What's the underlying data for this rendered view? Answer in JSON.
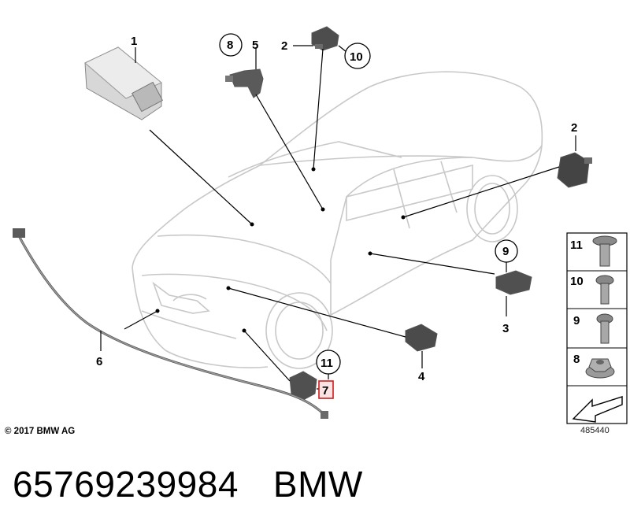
{
  "diagram": {
    "callouts": {
      "c1": "1",
      "c2a": "2",
      "c2b": "2",
      "c3": "3",
      "c4": "4",
      "c5": "5",
      "c6": "6",
      "c7": "7",
      "c8": "8",
      "c9": "9",
      "c10": "10",
      "c11": "11"
    },
    "fasteners": [
      "11",
      "10",
      "9",
      "8"
    ],
    "highlight_color": "#d01c1c"
  },
  "copyright": "© 2017 BMW AG",
  "ref_number": "485440",
  "footer": {
    "part_number": "65769239984",
    "brand": "BMW"
  }
}
